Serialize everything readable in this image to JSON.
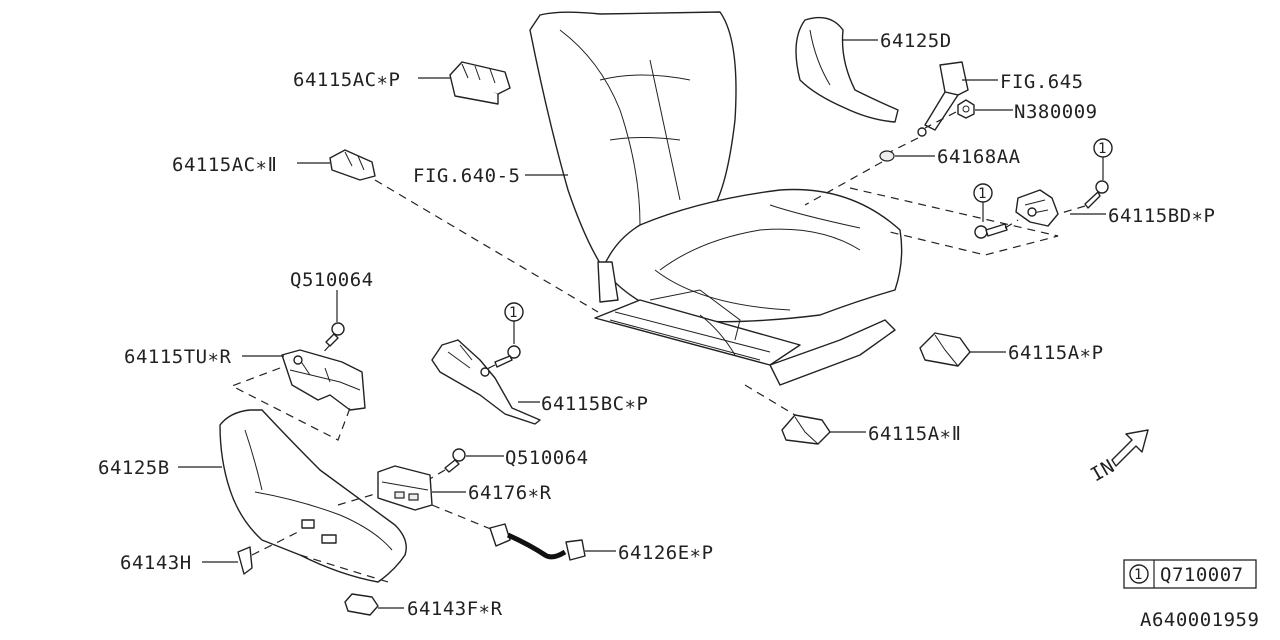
{
  "labels": {
    "p64125D": "64125D",
    "fig645": "FIG.645",
    "n380009": "N380009",
    "p64168AA": "64168AA",
    "p64115ACP": "64115AC∗P",
    "p64115ACO": "64115AC∗Ⅱ",
    "fig640_5": "FIG.640-5",
    "p64115BDP": "64115BD∗P",
    "q510064_top": "Q510064",
    "p64115TUR": "64115TU∗R",
    "p64115BCP": "64115BC∗P",
    "p64115AP": "64115A∗P",
    "p64115AO": "64115A∗Ⅱ",
    "p64125B": "64125B",
    "q510064_mid": "Q510064",
    "p64176R": "64176∗R",
    "p64143H": "64143H",
    "p64126EP": "64126E∗P",
    "p64143FR": "64143F∗R",
    "callout_num": "1",
    "in_label": "IN"
  },
  "legend": {
    "num": "1",
    "code": "Q710007"
  },
  "diagram_id": "A640001959"
}
